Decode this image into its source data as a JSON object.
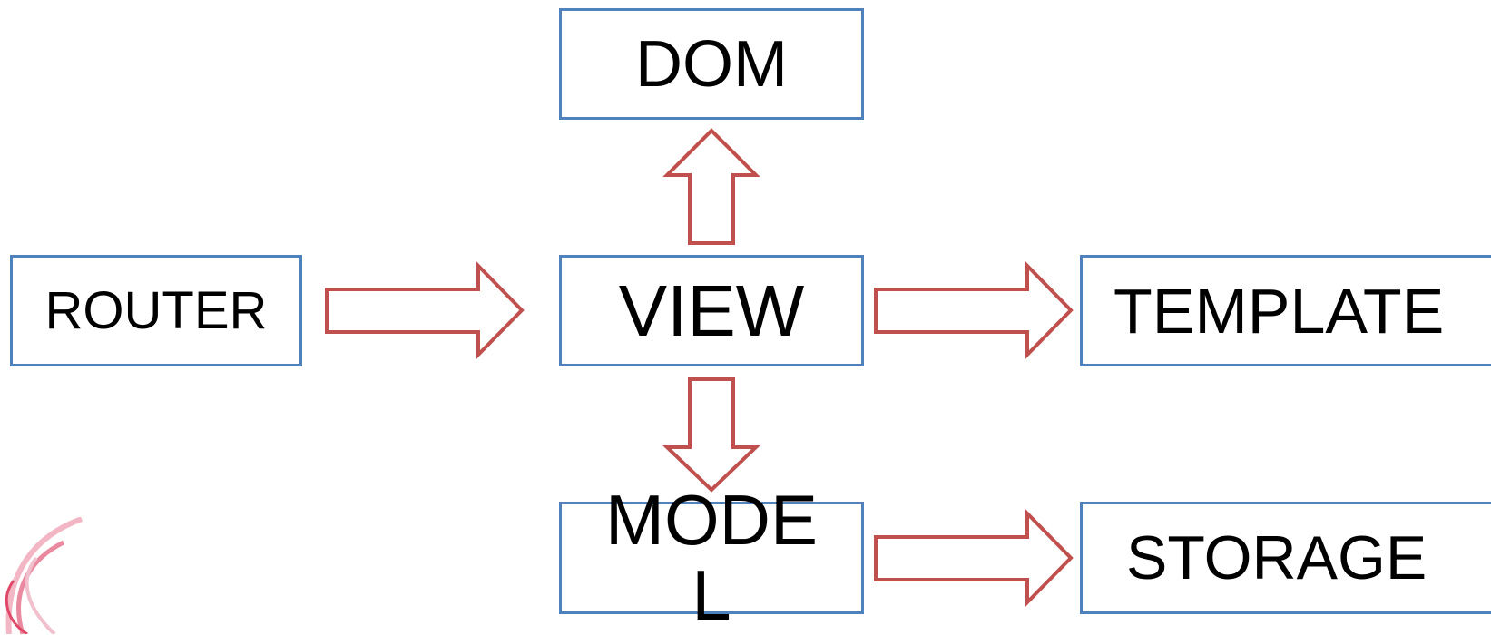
{
  "diagram": {
    "nodes": {
      "dom": "DOM",
      "router": "ROUTER",
      "view": "VIEW",
      "template": "TEMPLATE",
      "model_line1": "MODE",
      "model_line2": "L",
      "storage": "STORAGE"
    },
    "edges": [
      {
        "from": "router",
        "to": "view"
      },
      {
        "from": "view",
        "to": "dom"
      },
      {
        "from": "view",
        "to": "template"
      },
      {
        "from": "view",
        "to": "model"
      },
      {
        "from": "model",
        "to": "storage"
      }
    ],
    "colors": {
      "box_border": "#4f81bd",
      "arrow_stroke": "#c0504d",
      "text": "#000000"
    }
  }
}
